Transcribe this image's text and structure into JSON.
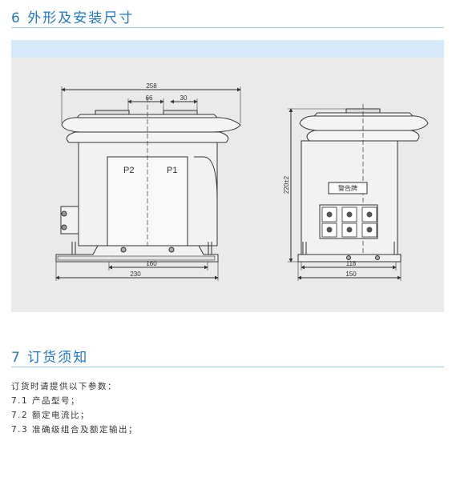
{
  "section6": {
    "title": "6 外形及安装尺寸"
  },
  "figure": {
    "front": {
      "dim_total_width": "258",
      "dim_p_spacing": "66",
      "dim_terminal_width": "30",
      "dim_mount_holes": "160",
      "dim_base_width": "230",
      "label_p2": "P2",
      "label_p1": "P1"
    },
    "side": {
      "dim_height": "220±2",
      "dim_mount_holes": "118",
      "dim_base_width": "150",
      "warning_plate": "警告牌"
    },
    "colors": {
      "panel": "#eaeaea",
      "band": "#d6e9f8",
      "line": "#333333",
      "body": "#f2f2f2"
    }
  },
  "section7": {
    "title": "7 订货须知",
    "intro": "订货时请提供以下参数：",
    "items": [
      "7.1 产品型号；",
      "7.2 额定电流比；",
      "7.3 准确级组合及额定输出；"
    ]
  }
}
